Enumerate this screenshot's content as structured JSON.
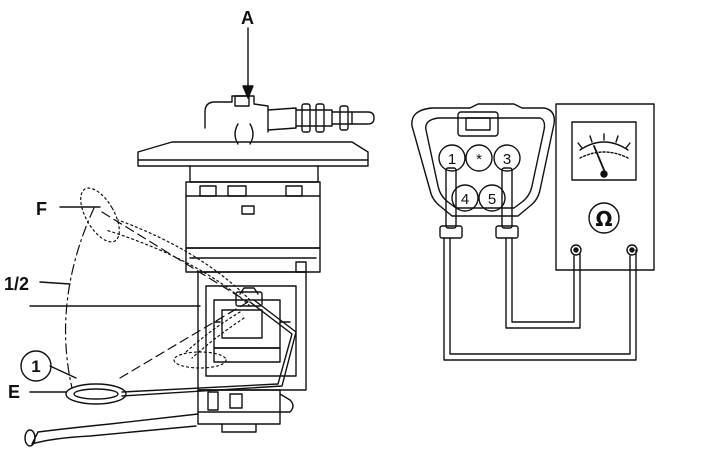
{
  "labels": {
    "a": "A",
    "f": "F",
    "half": "1/2",
    "one": "1",
    "e": "E"
  },
  "connector": {
    "pins": [
      "1",
      "*",
      "3",
      "4",
      "5"
    ]
  },
  "meter": {
    "symbol": "Ω"
  }
}
